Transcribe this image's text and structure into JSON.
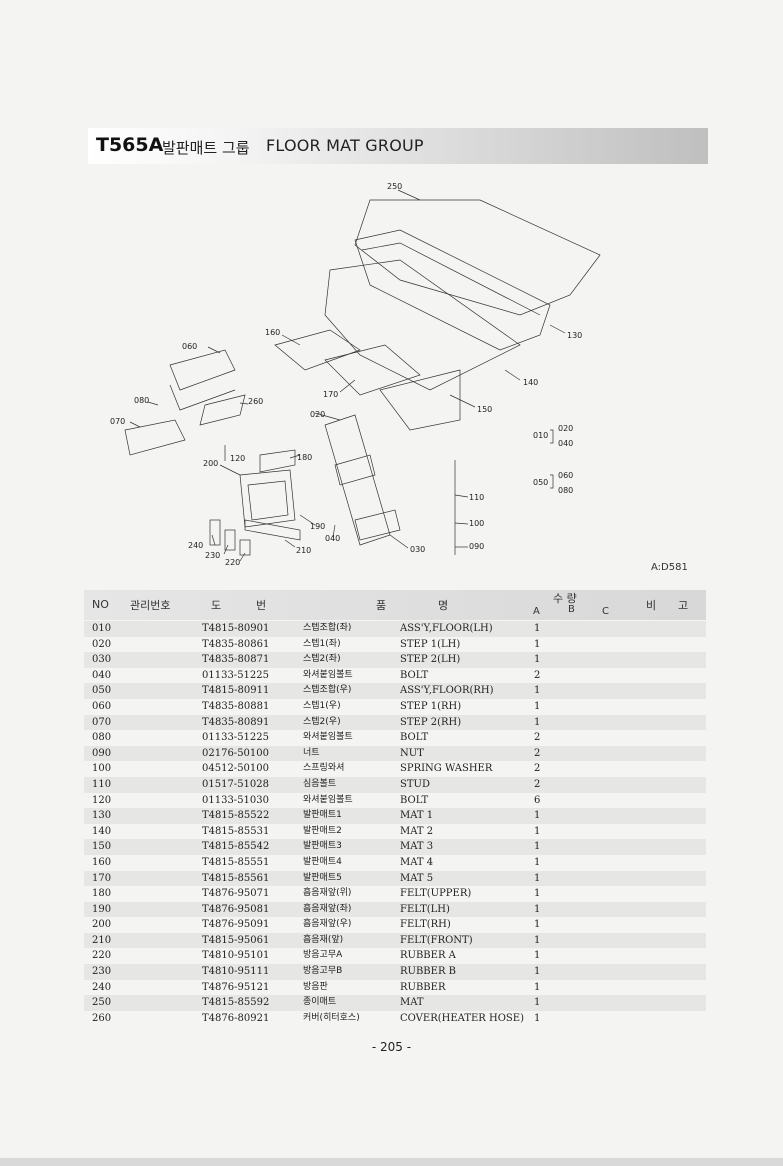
{
  "header": {
    "code": "T565A",
    "title_ko": "발판매트 그룹",
    "title_en": "FLOOR MAT GROUP"
  },
  "diagram": {
    "callouts": [
      "250",
      "130",
      "140",
      "150",
      "160",
      "170",
      "060",
      "080",
      "260",
      "070",
      "120",
      "200",
      "180",
      "020",
      "110",
      "100",
      "090",
      "190",
      "040",
      "030",
      "210",
      "240",
      "230",
      "220"
    ],
    "legend": {
      "g1": {
        "main": "010",
        "a": "020",
        "b": "040"
      },
      "g2": {
        "main": "050",
        "a": "060",
        "b": "080"
      }
    },
    "ref": "A:D581"
  },
  "table": {
    "headers": {
      "no": "NO",
      "mgmt": "관리번호",
      "drawing_1": "도",
      "drawing_2": "번",
      "name_1": "품",
      "name_2": "명",
      "qty": "수 량",
      "col_a": "A",
      "col_b": "B",
      "col_c": "C",
      "remark_1": "비",
      "remark_2": "고"
    },
    "rows": [
      {
        "no": "010",
        "part": "T4815-80901",
        "ko": "스텝조합(좌)",
        "en": "ASS'Y,FLOOR(LH)",
        "qty": "1"
      },
      {
        "no": "020",
        "part": "T4835-80861",
        "ko": "스텝1(좌)",
        "en": "STEP 1(LH)",
        "qty": "1"
      },
      {
        "no": "030",
        "part": "T4835-80871",
        "ko": "스텝2(좌)",
        "en": "STEP 2(LH)",
        "qty": "1"
      },
      {
        "no": "040",
        "part": "01133-51225",
        "ko": "와셔붙임볼트",
        "en": "BOLT",
        "qty": "2"
      },
      {
        "no": "050",
        "part": "T4815-80911",
        "ko": "스텝조합(우)",
        "en": "ASS'Y,FLOOR(RH)",
        "qty": "1"
      },
      {
        "no": "060",
        "part": "T4835-80881",
        "ko": "스텝1(우)",
        "en": "STEP 1(RH)",
        "qty": "1"
      },
      {
        "no": "070",
        "part": "T4835-80891",
        "ko": "스텝2(우)",
        "en": "STEP 2(RH)",
        "qty": "1"
      },
      {
        "no": "080",
        "part": "01133-51225",
        "ko": "와셔붙임볼트",
        "en": "BOLT",
        "qty": "2"
      },
      {
        "no": "090",
        "part": "02176-50100",
        "ko": "너트",
        "en": "NUT",
        "qty": "2"
      },
      {
        "no": "100",
        "part": "04512-50100",
        "ko": "스프링와셔",
        "en": "SPRING WASHER",
        "qty": "2"
      },
      {
        "no": "110",
        "part": "01517-51028",
        "ko": "심음볼트",
        "en": "STUD",
        "qty": "2"
      },
      {
        "no": "120",
        "part": "01133-51030",
        "ko": "와셔붙임볼트",
        "en": "BOLT",
        "qty": "6"
      },
      {
        "no": "130",
        "part": "T4815-85522",
        "ko": "발판매트1",
        "en": "MAT 1",
        "qty": "1"
      },
      {
        "no": "140",
        "part": "T4815-85531",
        "ko": "발판매트2",
        "en": "MAT 2",
        "qty": "1"
      },
      {
        "no": "150",
        "part": "T4815-85542",
        "ko": "발판매트3",
        "en": "MAT 3",
        "qty": "1"
      },
      {
        "no": "160",
        "part": "T4815-85551",
        "ko": "발판매트4",
        "en": "MAT 4",
        "qty": "1"
      },
      {
        "no": "170",
        "part": "T4815-85561",
        "ko": "발판매트5",
        "en": "MAT 5",
        "qty": "1"
      },
      {
        "no": "180",
        "part": "T4876-95071",
        "ko": "흡음재앞(위)",
        "en": "FELT(UPPER)",
        "qty": "1"
      },
      {
        "no": "190",
        "part": "T4876-95081",
        "ko": "흡음재앞(좌)",
        "en": "FELT(LH)",
        "qty": "1"
      },
      {
        "no": "200",
        "part": "T4876-95091",
        "ko": "흡음재앞(우)",
        "en": "FELT(RH)",
        "qty": "1"
      },
      {
        "no": "210",
        "part": "T4815-95061",
        "ko": "흡음재(앞)",
        "en": "FELT(FRONT)",
        "qty": "1"
      },
      {
        "no": "220",
        "part": "T4810-95101",
        "ko": "방음고무A",
        "en": "RUBBER A",
        "qty": "1"
      },
      {
        "no": "230",
        "part": "T4810-95111",
        "ko": "방음고무B",
        "en": "RUBBER B",
        "qty": "1"
      },
      {
        "no": "240",
        "part": "T4876-95121",
        "ko": "방음판",
        "en": "RUBBER",
        "qty": "1"
      },
      {
        "no": "250",
        "part": "T4815-85592",
        "ko": "종이매트",
        "en": "MAT",
        "qty": "1"
      },
      {
        "no": "260",
        "part": "T4876-80921",
        "ko": "커버(히터호스)",
        "en": "COVER(HEATER HOSE)",
        "qty": "1"
      }
    ]
  },
  "footer": {
    "page": "- 205 -"
  }
}
